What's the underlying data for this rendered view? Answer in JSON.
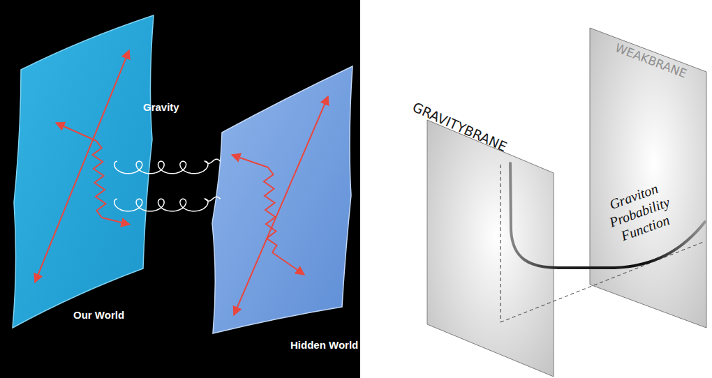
{
  "diagram": {
    "nodes": [
      {
        "text": [
          "GRAVITYBRANE"
        ]
      },
      {
        "text": [
          "WEAKBRANE"
        ]
      }
    ],
    "labels": [
      "Gravity",
      "Our World",
      "Hidden World",
      "Graviton Probability Function"
    ]
  }
}
